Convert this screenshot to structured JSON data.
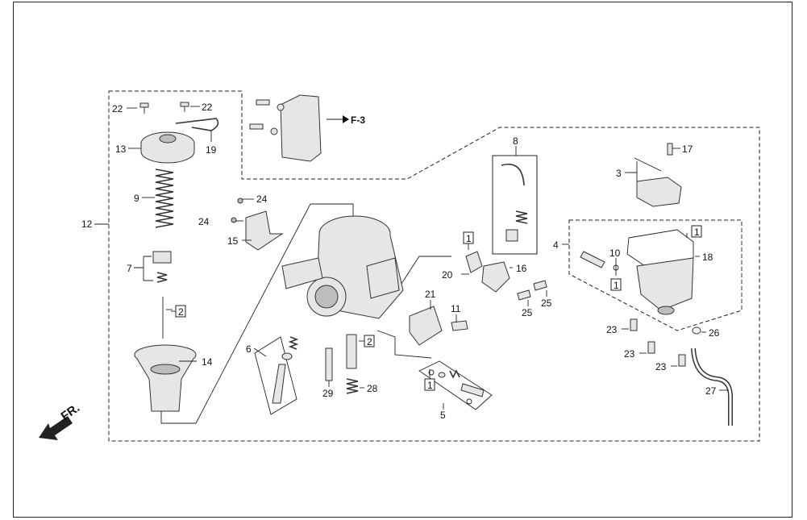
{
  "diagram": {
    "reference_label": "F-3",
    "front_label": "FR.",
    "callouts": [
      {
        "id": "c22a",
        "text": "22"
      },
      {
        "id": "c22b",
        "text": "22"
      },
      {
        "id": "c13",
        "text": "13"
      },
      {
        "id": "c19",
        "text": "19"
      },
      {
        "id": "c9",
        "text": "9"
      },
      {
        "id": "c12",
        "text": "12"
      },
      {
        "id": "c7",
        "text": "7"
      },
      {
        "id": "c14",
        "text": "14"
      },
      {
        "id": "c24a",
        "text": "24"
      },
      {
        "id": "c24b",
        "text": "24"
      },
      {
        "id": "c15",
        "text": "15"
      },
      {
        "id": "c8",
        "text": "8"
      },
      {
        "id": "c17",
        "text": "17"
      },
      {
        "id": "c3",
        "text": "3"
      },
      {
        "id": "c4",
        "text": "4"
      },
      {
        "id": "c10",
        "text": "10"
      },
      {
        "id": "c18",
        "text": "18"
      },
      {
        "id": "c20",
        "text": "20"
      },
      {
        "id": "c16",
        "text": "16"
      },
      {
        "id": "c21",
        "text": "21"
      },
      {
        "id": "c11",
        "text": "11"
      },
      {
        "id": "c25a",
        "text": "25"
      },
      {
        "id": "c25b",
        "text": "25"
      },
      {
        "id": "c23a",
        "text": "23"
      },
      {
        "id": "c23b",
        "text": "23"
      },
      {
        "id": "c23c",
        "text": "23"
      },
      {
        "id": "c26",
        "text": "26"
      },
      {
        "id": "c6",
        "text": "6"
      },
      {
        "id": "c29",
        "text": "29"
      },
      {
        "id": "c28",
        "text": "28"
      },
      {
        "id": "c5",
        "text": "5"
      },
      {
        "id": "c27",
        "text": "27"
      }
    ],
    "boxed_refs": [
      {
        "id": "b2a",
        "text": "2"
      },
      {
        "id": "b2b",
        "text": "2"
      },
      {
        "id": "b1a",
        "text": "1"
      },
      {
        "id": "b1b",
        "text": "1"
      },
      {
        "id": "b1c",
        "text": "1"
      },
      {
        "id": "b1d",
        "text": "1"
      }
    ]
  }
}
